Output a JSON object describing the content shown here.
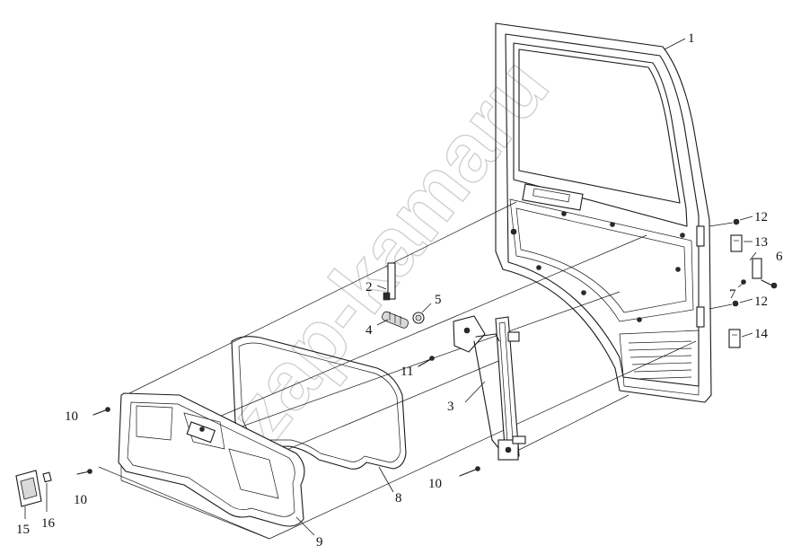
{
  "diagram": {
    "callouts": [
      "1",
      "2",
      "3",
      "4",
      "5",
      "6",
      "7",
      "8",
      "9",
      "10",
      "10",
      "10",
      "11",
      "12",
      "12",
      "13",
      "14",
      "15",
      "16"
    ],
    "watermark": "zap-kamaru"
  },
  "colors": {
    "line": "#1a1a1a",
    "background": "#ffffff",
    "watermark": "#bdbdbd"
  }
}
